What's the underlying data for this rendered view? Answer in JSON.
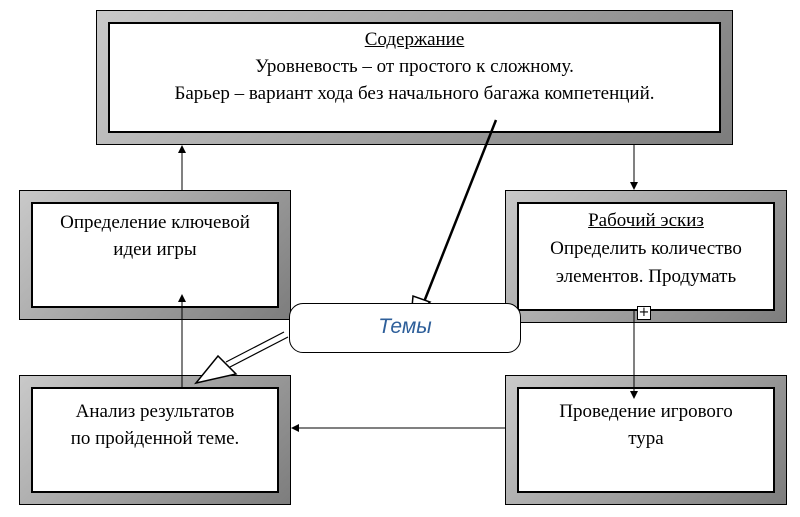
{
  "center": {
    "label": "Темы"
  },
  "content_box": {
    "title": "Содержание",
    "line1": "Уровневость – от простого к сложному.",
    "line2": "Барьер – вариант хода без начального багажа компетенций."
  },
  "key_idea_box": {
    "line1": "Определение ключевой",
    "line2": "идеи игры"
  },
  "sketch_box": {
    "title": "Рабочий эскиз",
    "line1": "Определить количество",
    "line2": "элементов. Продумать"
  },
  "analysis_box": {
    "line1": "Анализ результатов",
    "line2": "по пройденной теме."
  },
  "game_round_box": {
    "line1": "Проведение игрового",
    "line2": "тура"
  },
  "expander": {
    "symbol": "+"
  }
}
